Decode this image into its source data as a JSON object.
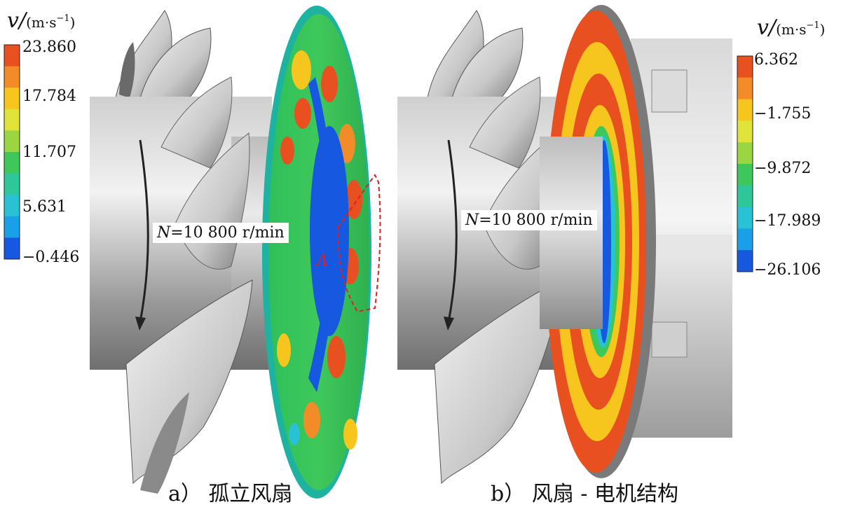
{
  "panel_a": {
    "caption": "a） 孤立风扇",
    "unit_symbol": "v/",
    "unit_text": "(m·s",
    "unit_sup": "−1",
    "unit_close": ")",
    "legend_ticks": [
      "23.860",
      "17.784",
      "11.707",
      "5.631",
      "−0.446"
    ],
    "speed_N": "N",
    "speed_text": "=10 800 r/min",
    "region_label": "A"
  },
  "panel_b": {
    "caption": "b） 风扇 - 电机结构",
    "unit_symbol": "v/",
    "unit_text": "(m·s",
    "unit_sup": "−1",
    "unit_close": ")",
    "legend_ticks": [
      "6.362",
      "−1.755",
      "−9.872",
      "−17.989",
      "−26.106"
    ],
    "speed_N": "N",
    "speed_text": "=10 800 r/min"
  },
  "colors": {
    "scale": [
      "#e8501f",
      "#f28c28",
      "#f6c61e",
      "#e0e33a",
      "#9bd642",
      "#3fc85a",
      "#2fc79a",
      "#29c2d4",
      "#1aa0e6",
      "#1658e0"
    ]
  }
}
